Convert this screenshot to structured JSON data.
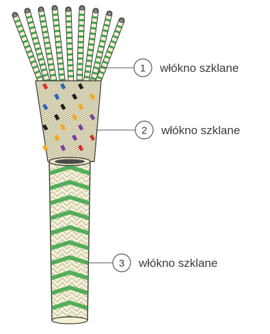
{
  "callouts": [
    {
      "number": "1",
      "label": "włókno szklane"
    },
    {
      "number": "2",
      "label": "włókno szklane"
    },
    {
      "number": "3",
      "label": "włókno szklane"
    }
  ],
  "colors": {
    "braid_base": "#f3f0d6",
    "braid_stripe": "#3aa346",
    "outline": "#333333",
    "leader": "#555555",
    "conductor": "#8a8a8a",
    "wire_accents": [
      "#d6312b",
      "#f2a81d",
      "#2f62b8",
      "#7a3f9b",
      "#1f1f1f"
    ]
  }
}
